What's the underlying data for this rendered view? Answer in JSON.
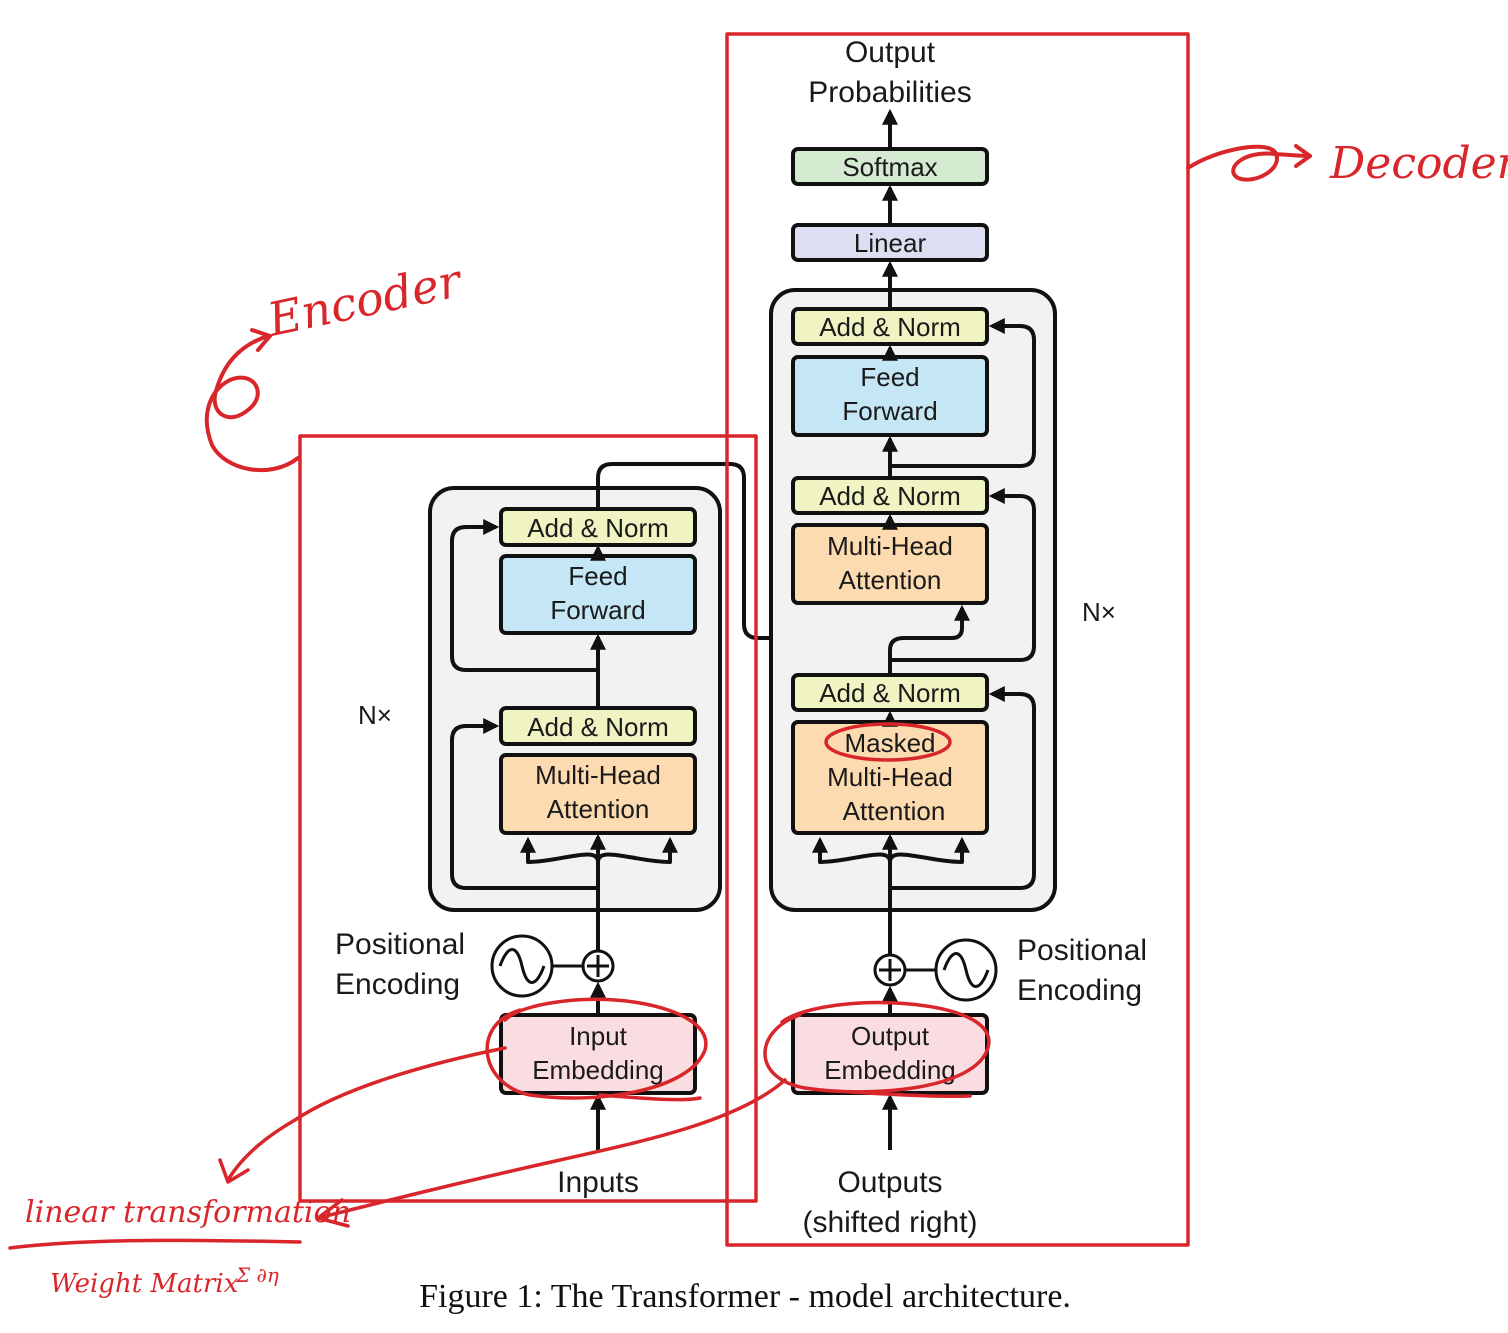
{
  "colors": {
    "add_norm": "#f0f4c3",
    "feed_forward": "#c4e6f5",
    "attention": "#fddbb0",
    "embedding": "#f9dde1",
    "linear": "#dcdff1",
    "softmax": "#d4ebd2",
    "stack_background": "#f2f2f2",
    "annotation_ink": "#d8262b"
  },
  "encoder": {
    "add_norm_top": "Add & Norm",
    "feed_forward": [
      "Feed",
      "Forward"
    ],
    "add_norm_bottom": "Add & Norm",
    "attention": [
      "Multi-Head",
      "Attention"
    ],
    "repeat": "N×",
    "positional_encoding": [
      "Positional",
      "Encoding"
    ],
    "embedding": [
      "Input",
      "Embedding"
    ],
    "input_label": "Inputs"
  },
  "decoder": {
    "output_label": [
      "Output",
      "Probabilities"
    ],
    "softmax": "Softmax",
    "linear": "Linear",
    "add_norm_top": "Add & Norm",
    "feed_forward": [
      "Feed",
      "Forward"
    ],
    "add_norm_middle": "Add & Norm",
    "attention": [
      "Multi-Head",
      "Attention"
    ],
    "add_norm_bottom": "Add & Norm",
    "masked_attention": [
      "Masked",
      "Multi-Head",
      "Attention"
    ],
    "repeat": "N×",
    "positional_encoding": [
      "Positional",
      "Encoding"
    ],
    "embedding": [
      "Output",
      "Embedding"
    ],
    "input_label": [
      "Outputs",
      "(shifted right)"
    ]
  },
  "caption": "Figure 1: The Transformer - model architecture.",
  "annotations": {
    "encoder_note": "Encoder",
    "decoder_note": "Decoder.",
    "linear_note": "linear transformation",
    "weight_note": "Weight Matrix",
    "small_note": "Σ ∂η"
  }
}
